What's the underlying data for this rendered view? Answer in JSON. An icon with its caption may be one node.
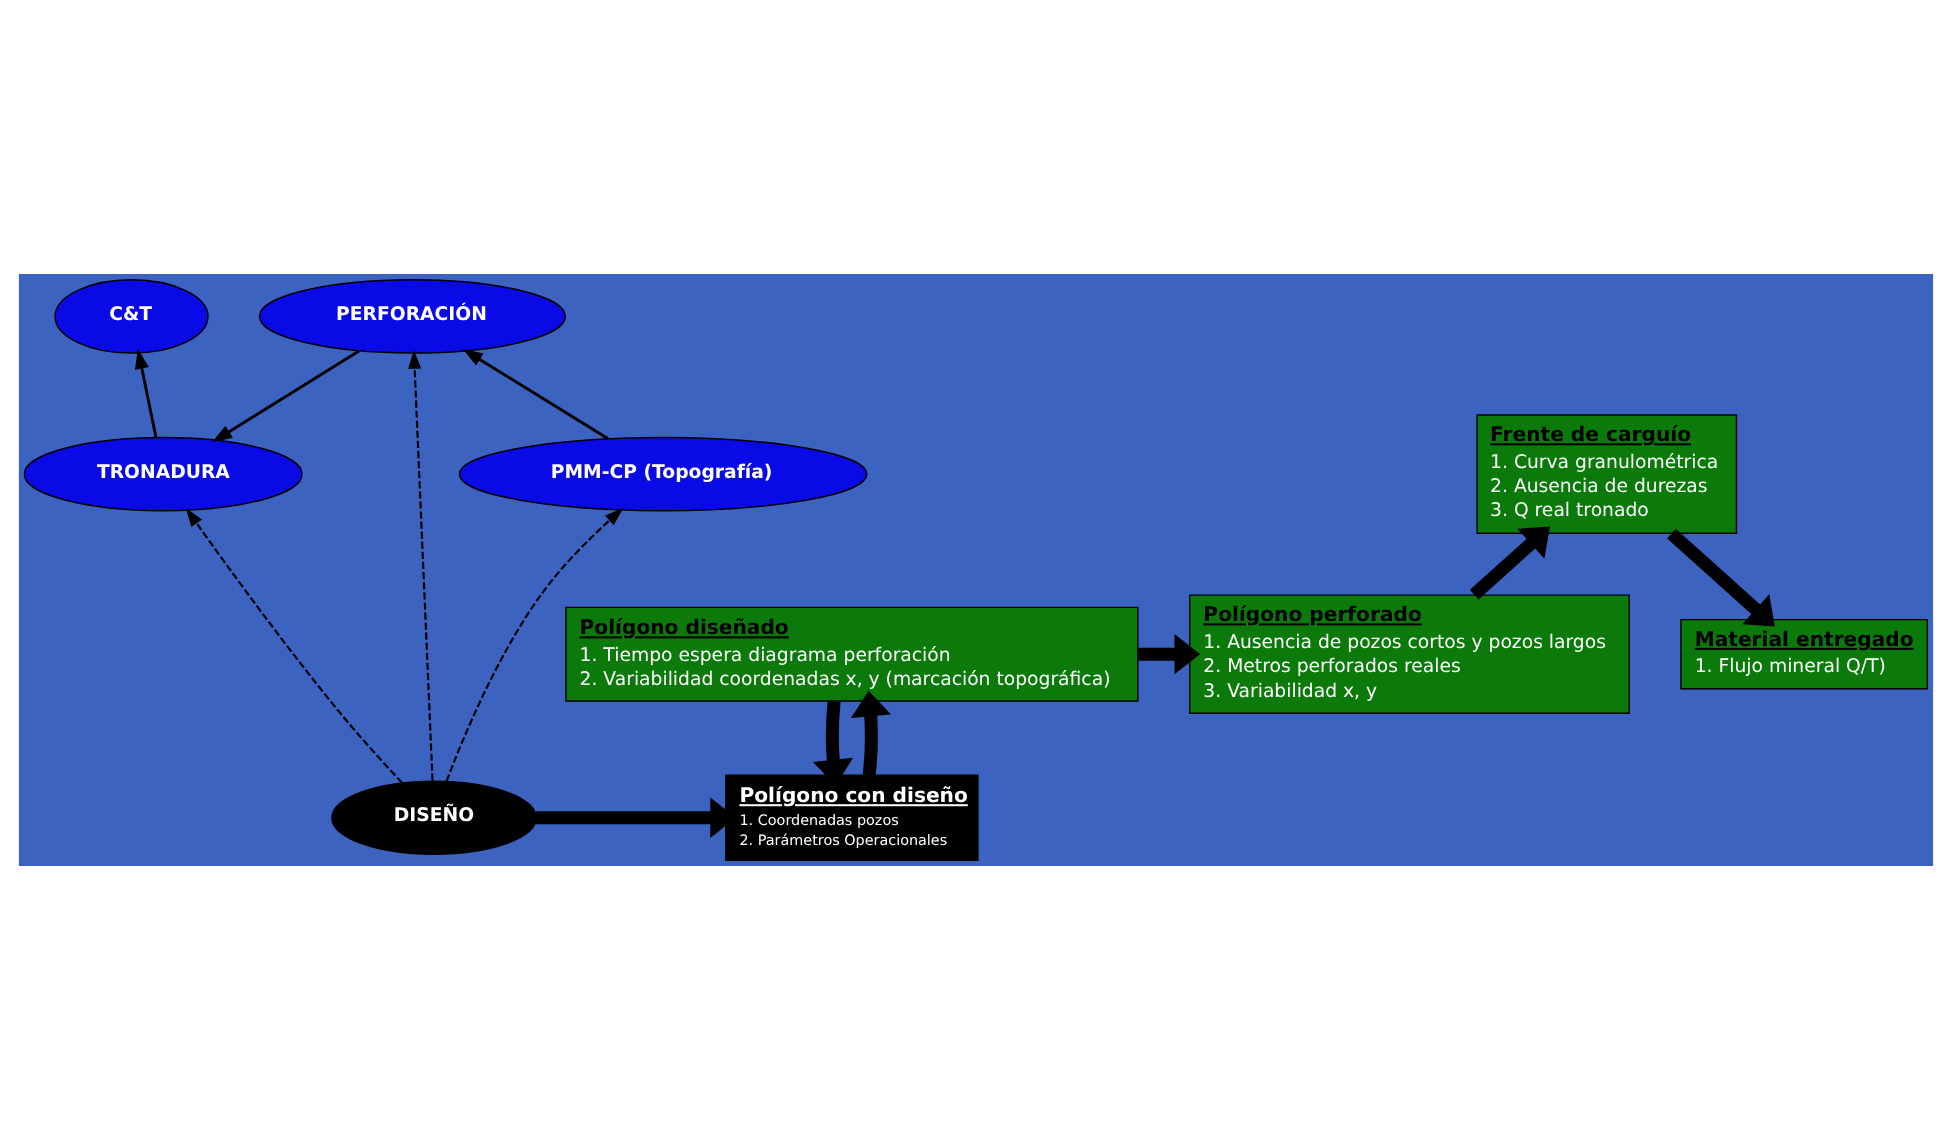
{
  "diagram": {
    "nodes": [
      {
        "text": [
          "PERFORACIÓN"
        ]
      },
      {
        "text": [
          "C&T"
        ]
      },
      {
        "text": [
          "Polígono diseñado",
          "1. Tiempo espera diagrama perforación",
          "2. Variabilidad coordenadas x, y (marcación topográfica)"
        ]
      },
      {
        "text": [
          "Polígono perforado",
          "1. Ausencia de pozos cortos y pozos largos",
          "2. Metros perforados reales",
          "3. Variabilidad x, y"
        ]
      },
      {
        "text": [
          "Material entregado",
          "1. Flujo mineral Q/T)"
        ]
      },
      {
        "text": [
          "Polígono con diseño",
          "1. Coordenadas pozos",
          "2. Parámetros Operacionales"
        ]
      },
      {
        "text": [
          "DISEÑO"
        ]
      },
      {
        "text": [
          "PMM-CP (Topografía)"
        ]
      },
      {
        "text": [
          "TRONADURA"
        ]
      },
      {
        "text": [
          "Frente de carguío",
          "1. Curva granulométrica",
          "2. Ausencia de durezas",
          "3. Q real tronado"
        ]
      }
    ],
    "edges": [
      {
        "from": 7,
        "to": 0,
        "arrow": "to"
      },
      {
        "from": 0,
        "to": 8,
        "arrow": "to"
      },
      {
        "from": 6,
        "to": 0,
        "arrow": "to",
        "style": "dashed"
      },
      {
        "from": 6,
        "to": 7,
        "arrow": "to",
        "style": "dashed"
      },
      {
        "from": 6,
        "to": 8,
        "arrow": "to",
        "style": "dashed"
      },
      {
        "from": 6,
        "to": 5,
        "arrow": "to",
        "style": "thick"
      },
      {
        "from": 2,
        "to": 5,
        "arrow": "to",
        "style": "thick"
      },
      {
        "from": 5,
        "to": 2,
        "arrow": "to",
        "style": "thick"
      },
      {
        "from": 2,
        "to": 3,
        "arrow": "to",
        "style": "thick"
      },
      {
        "from": 3,
        "to": 9,
        "arrow": "to",
        "style": "thick"
      },
      {
        "from": 9,
        "to": 4,
        "arrow": "to",
        "style": "thick"
      },
      {
        "from": 8,
        "to": 1,
        "arrow": "to"
      }
    ]
  }
}
